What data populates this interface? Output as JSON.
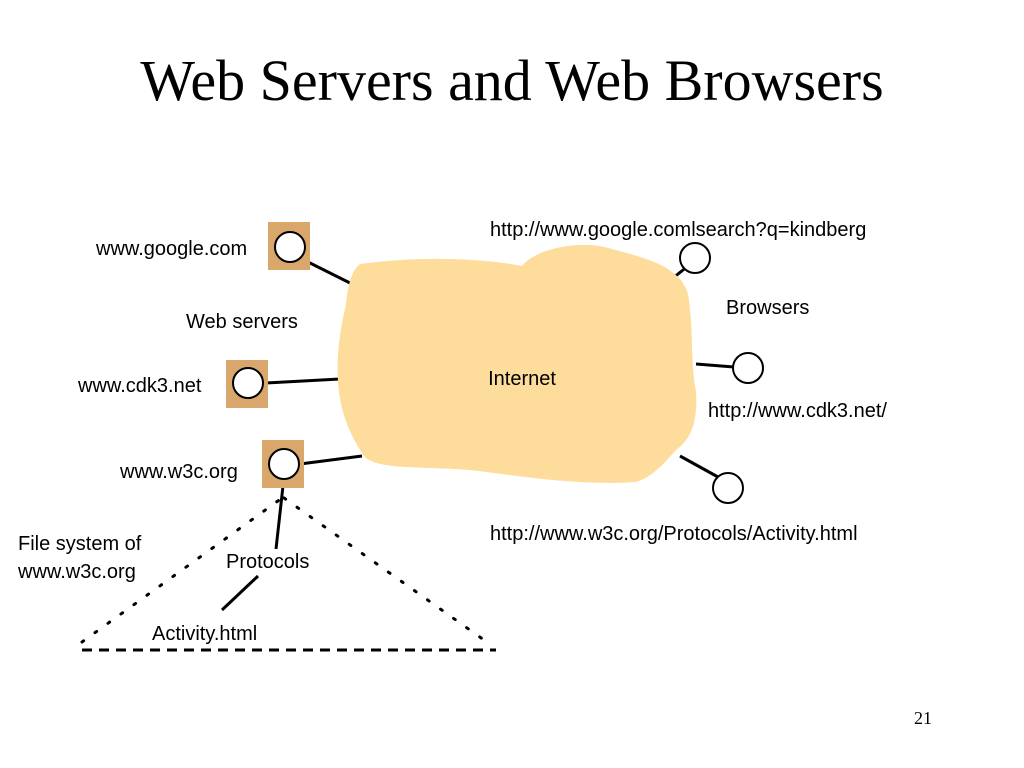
{
  "slide": {
    "title": "Web Servers and Web Browsers",
    "page_number": "21"
  },
  "diagram": {
    "cloud_label": "Internet",
    "web_servers_label": "Web servers",
    "browsers_label": "Browsers",
    "servers": {
      "google": "www.google.com",
      "cdk3": "www.cdk3.net",
      "w3c": "www.w3c.org"
    },
    "urls": {
      "google_search": "http://www.google.comlsearch?q=kindberg",
      "cdk3": "http://www.cdk3.net/",
      "w3c_activity": "http://www.w3c.org/Protocols/Activity.html"
    },
    "file_system_label": [
      "File system of",
      "www.w3c.org"
    ],
    "protocols_label": "Protocols",
    "activity_label": "Activity.html"
  },
  "colors": {
    "cloud_fill": "#FDDC9C",
    "server_box_fill": "#D9A66C",
    "stroke": "#000000"
  }
}
